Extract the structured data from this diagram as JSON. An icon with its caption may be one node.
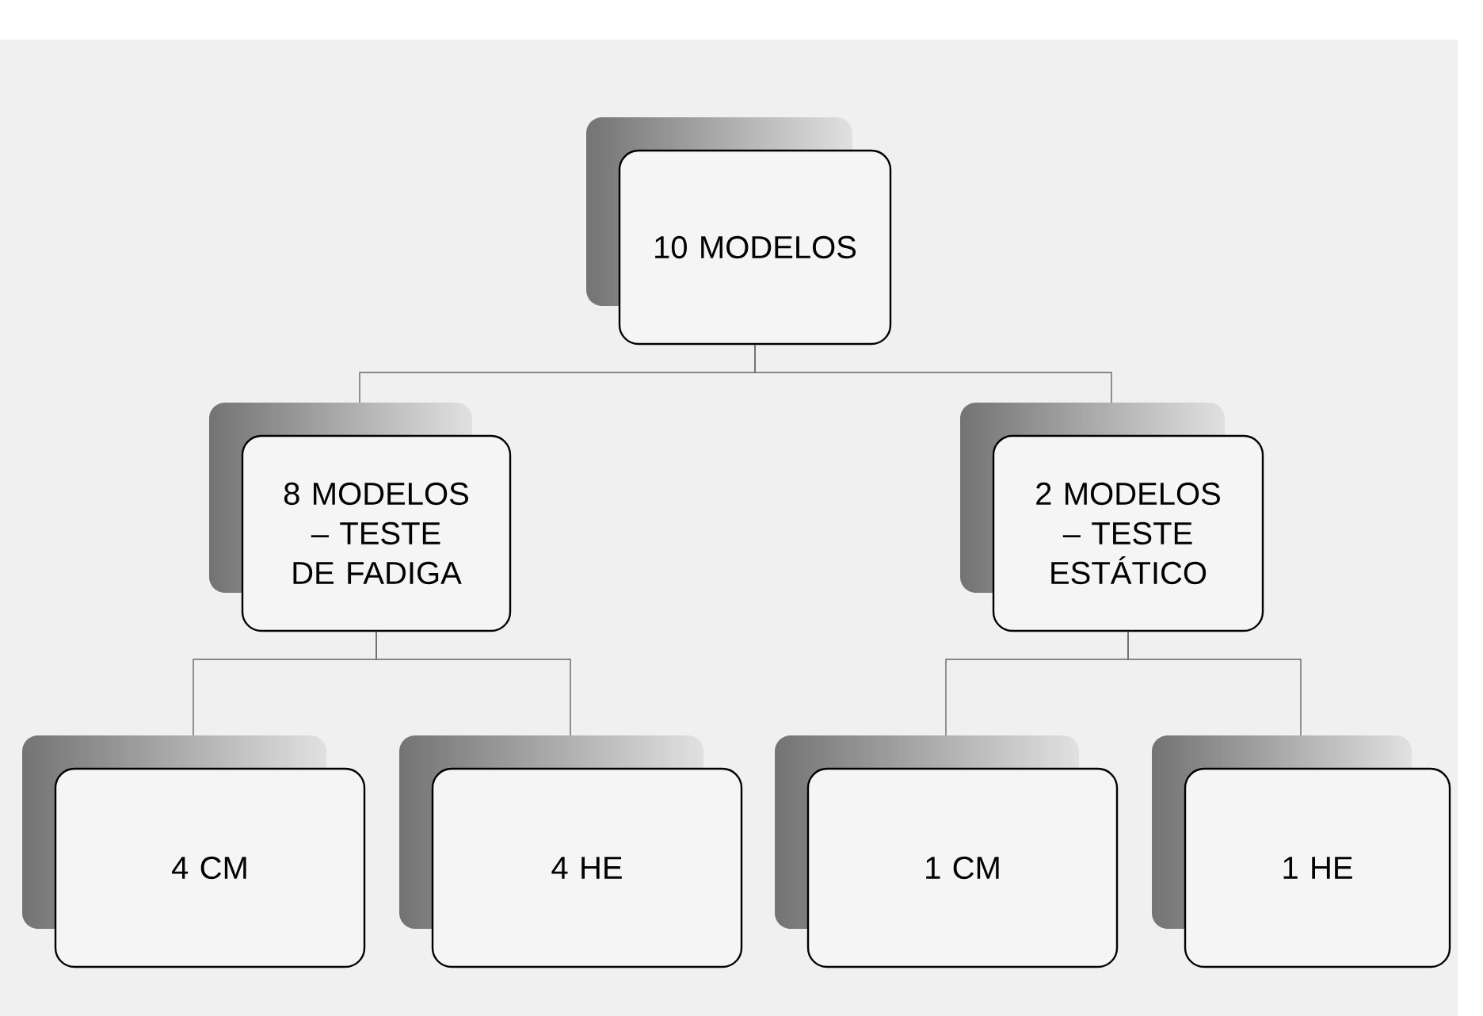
{
  "diagram": {
    "nodes": [
      {
        "text": [
          "10 MODELOS"
        ]
      },
      {
        "text": [
          "8 MODELOS – TESTE DE FADIGA"
        ]
      },
      {
        "text": [
          "2 MODELOS – TESTE ESTÁTICO"
        ]
      },
      {
        "text": [
          "4 CM"
        ]
      },
      {
        "text": [
          "4 HE"
        ]
      },
      {
        "text": [
          "1 CM"
        ]
      },
      {
        "text": [
          "1 HE"
        ]
      }
    ],
    "edges": [
      {
        "from": 0,
        "to": 1,
        "arrow": "none"
      },
      {
        "from": 0,
        "to": 2,
        "arrow": "none"
      },
      {
        "from": 1,
        "to": 3,
        "arrow": "none"
      },
      {
        "from": 1,
        "to": 4,
        "arrow": "none"
      },
      {
        "from": 2,
        "to": 5,
        "arrow": "none"
      },
      {
        "from": 2,
        "to": 6,
        "arrow": "none"
      }
    ]
  }
}
